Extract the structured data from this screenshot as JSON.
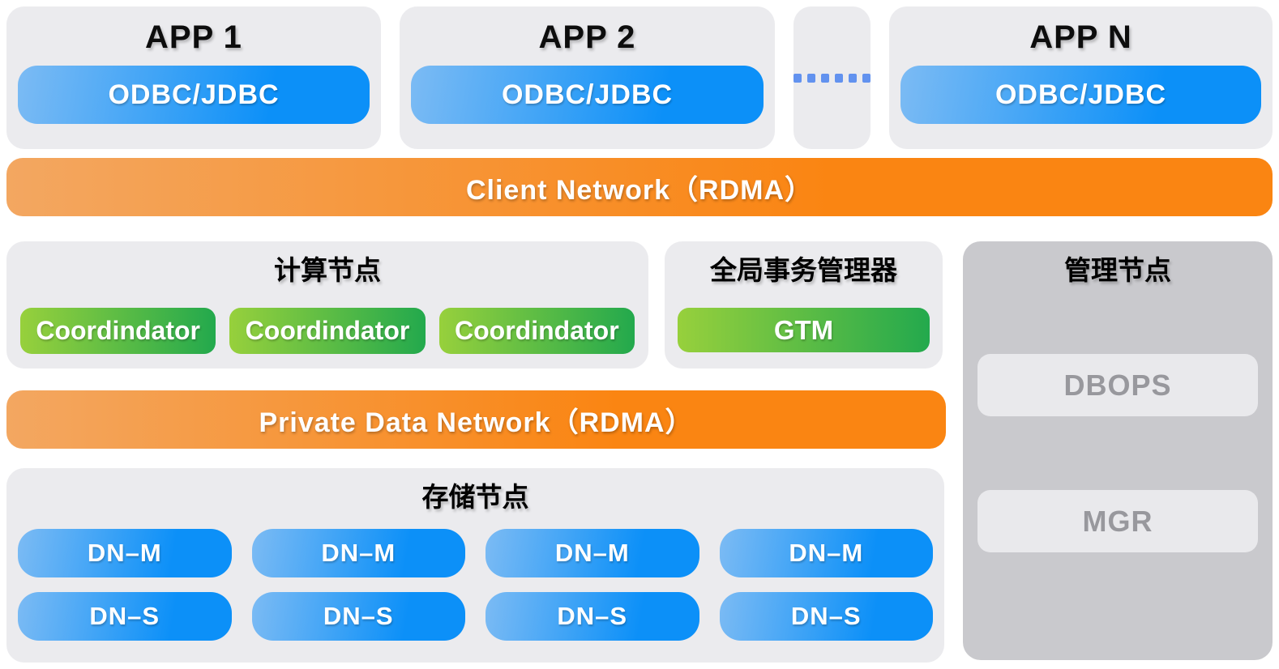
{
  "colors": {
    "panel_bg": "#ebebee",
    "management_panel_bg": "#c9c9cd",
    "blue_gradient_from": "#7cbbf4",
    "blue_gradient_to": "#0c90f8",
    "green_gradient_from": "#97d03c",
    "green_gradient_to": "#23a94d",
    "orange_gradient_from": "#f3a761",
    "orange_gradient_to": "#fa8512",
    "gray_button_bg": "#e9e9ec",
    "gray_button_text": "#98989d",
    "ellipsis_dot_color": "#6292ef"
  },
  "apps": [
    {
      "title": "APP 1",
      "button": "ODBC/JDBC"
    },
    {
      "title": "APP 2",
      "button": "ODBC/JDBC"
    },
    {
      "title": "APP N",
      "button": "ODBC/JDBC"
    }
  ],
  "ellipsis": {
    "dot_count": 6
  },
  "client_network": {
    "label": "Client Network（RDMA）"
  },
  "compute": {
    "title": "计算节点",
    "nodes": [
      "Coordindator",
      "Coordindator",
      "Coordindator"
    ]
  },
  "gtm": {
    "title": "全局事务管理器",
    "button": "GTM"
  },
  "management": {
    "title": "管理节点",
    "dbops_label": "DBOPS",
    "mgr_label": "MGR"
  },
  "private_network": {
    "label": "Private Data Network（RDMA）"
  },
  "storage": {
    "title": "存储节点",
    "master_nodes": [
      "DN–M",
      "DN–M",
      "DN–M",
      "DN–M"
    ],
    "standby_nodes": [
      "DN–S",
      "DN–S",
      "DN–S",
      "DN–S"
    ]
  }
}
